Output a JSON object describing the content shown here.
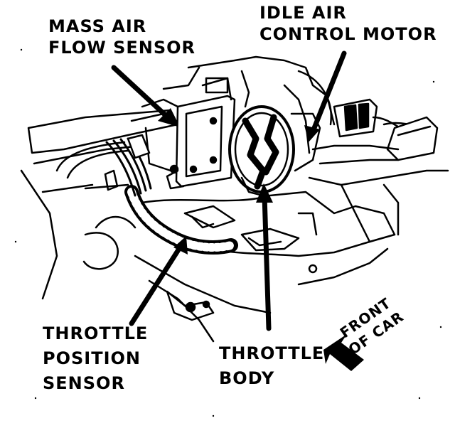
{
  "labels": {
    "mass_air_flow_sensor": {
      "line1": "MASS AIR",
      "line2": "FLOW SENSOR"
    },
    "idle_air_control_motor": {
      "line1": "IDLE AIR",
      "line2": "CONTROL MOTOR"
    },
    "throttle_position_sensor": {
      "line1": "THROTTLE",
      "line2": "POSITION",
      "line3": "SENSOR"
    },
    "throttle_body": {
      "line1": "THROTTLE",
      "line2": "BODY"
    },
    "front_of_car": {
      "line1": "FRONT",
      "line2": "OF CAR"
    }
  },
  "colors": {
    "ink": "#000000",
    "paper": "#ffffff"
  }
}
